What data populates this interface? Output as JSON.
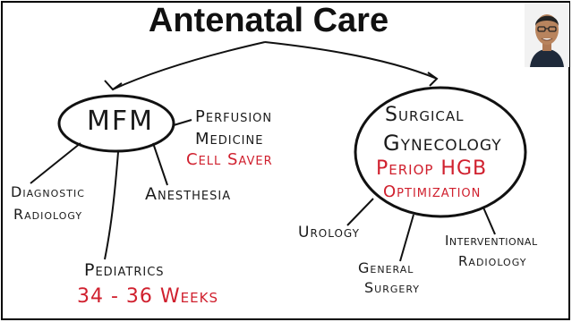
{
  "title": "Antenatal Care",
  "nodes": {
    "mfm": "MFM",
    "perfusion_line1": "Perfusion",
    "perfusion_line2": "Medicine",
    "cell_saver": "Cell Saver",
    "diagnostic_line1": "Diagnostic",
    "diagnostic_line2": "Radiology",
    "anesthesia": "Anesthesia",
    "pediatrics": "Pediatrics",
    "pediatrics_weeks": "34 - 36 Weeks",
    "surgical_line1": "Surgical",
    "surgical_line2": "Gynecology",
    "periop_hgb": "Periop HGB",
    "optimization": "Optimization",
    "urology": "Urology",
    "general_line1": "General",
    "general_line2": "Surgery",
    "interventional_line1": "Interventional",
    "interventional_line2": "Radiology"
  },
  "colors": {
    "ink": "#1a1a1a",
    "accent_red": "#d0202e"
  }
}
